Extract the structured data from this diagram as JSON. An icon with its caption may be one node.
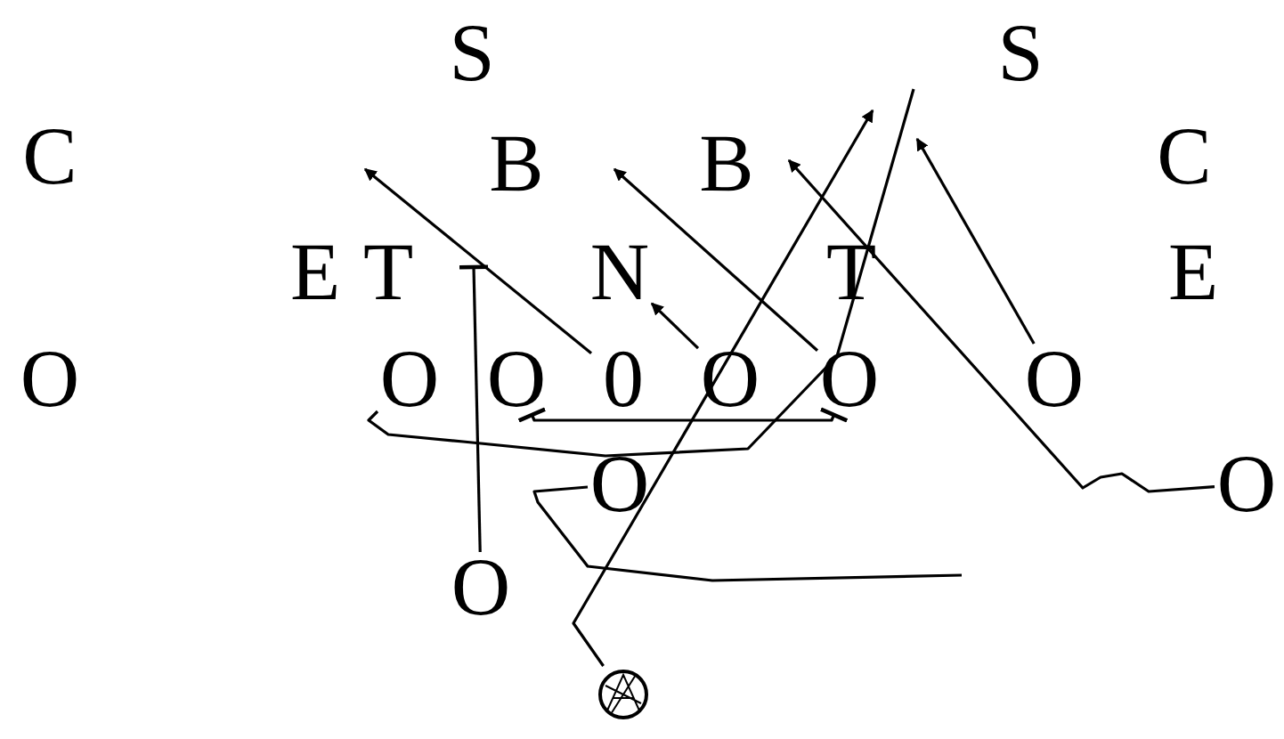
{
  "diagram": {
    "nodes": [
      {
        "text": [
          "N"
        ]
      },
      {
        "text": [
          "O"
        ]
      },
      {
        "text": [
          "O"
        ]
      },
      {
        "text": [
          "0"
        ]
      },
      {
        "text": [
          "O"
        ]
      },
      {
        "text": [
          "O"
        ]
      },
      {
        "text": [
          "O"
        ]
      },
      {
        "text": [
          "O"
        ]
      },
      {
        "text": [
          "O"
        ]
      },
      {
        "text": [
          "O"
        ]
      },
      {
        "text": [],
        "shape": "circle"
      }
    ],
    "edges": [
      {
        "from": 3,
        "to": null,
        "arrow": "to"
      },
      {
        "from": 4,
        "to": 0,
        "arrow": "to"
      },
      {
        "from": 5,
        "to": null,
        "arrow": "to"
      },
      {
        "from": 6,
        "to": null,
        "arrow": "to"
      },
      {
        "from": 8,
        "to": null,
        "arrow": "to"
      },
      {
        "from": 10,
        "to": null,
        "arrow": "to"
      },
      {
        "from": 1,
        "to": null,
        "arrow": "none"
      },
      {
        "from": 2,
        "to": 5,
        "arrow": "other"
      },
      {
        "from": 9,
        "to": null,
        "arrow": "other"
      },
      {
        "from": 7,
        "to": null,
        "arrow": "none"
      }
    ],
    "labels": [
      "S",
      "S",
      "C",
      "B",
      "B",
      "C",
      "E",
      "T",
      "T",
      "E",
      "O"
    ]
  }
}
